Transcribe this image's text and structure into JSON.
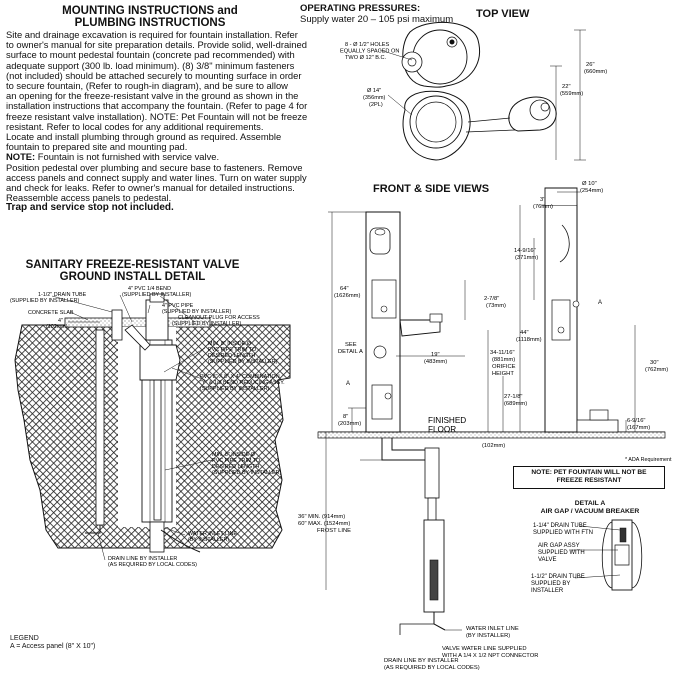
{
  "mounting": {
    "title1": "MOUNTING INSTRUCTIONS and",
    "title2": "PLUMBING INSTRUCTIONS",
    "lines": [
      "Site and drainage excavation is required for fountain installation. Refer",
      "to owner's manual for site preparation details. Provide solid, well-drained",
      "surface to mount pedestal fountain (concrete pad recommended) with",
      "adequate support (300 lb. load minimum). (8) 3/8\" minimum fasteners",
      "(not included) should be attached securely to mounting surface in order",
      "to secure fountain, (Refer to rough-in diagram), and be sure to allow",
      "an opening for the freeze-resistant valve in the ground as shown in the",
      "installation instructions that accompany the fountain. (Refer to page 4 for",
      "freeze resistant valve installation). NOTE: Pet Fountain will not be freeze",
      "resistant. Refer to local codes for any additional requirements.",
      "Locate and install plumbing through ground as required. Assemble",
      "fountain to prepared site and mounting pad."
    ],
    "note_label": "NOTE:",
    "note_text": " Fountain is not furnished with service valve.",
    "lines2": [
      "Position pedestal over plumbing and secure base to fasteners. Remove",
      "access panels and connect supply and water lines. Turn on water supply",
      "and check for leaks. Refer to owner's manual for detailed instructions.",
      "Reassemble access panels to pedestal."
    ],
    "bold_line": "Trap and service stop not included."
  },
  "operating": {
    "title": "OPERATING PRESSURES:",
    "text": "Supply water 20 – 105 psi maximum"
  },
  "top_view": {
    "title": "TOP VIEW",
    "holes_label": [
      "8 - Ø 1/2\" HOLES",
      "EQUALLY SPACED ON",
      "TWO Ø 12\" B.C."
    ],
    "dia_label": [
      "Ø 14\"",
      "(356mm)",
      "(2PL)"
    ],
    "dim_26": [
      "26\"",
      "(660mm)"
    ],
    "dim_22": [
      "22\"",
      "(559mm)"
    ]
  },
  "front_side": {
    "title": "FRONT & SIDE VIEWS",
    "dim_10": [
      "Ø 10\"",
      "(254mm)"
    ],
    "dim_3": [
      "3\"",
      "(76mm)"
    ],
    "dim_14": [
      "14-9/16\"",
      "(371mm)"
    ],
    "dim_64": [
      "64\"",
      "(1626mm)"
    ],
    "dim_278": [
      "2-7/8\"",
      "(73mm)"
    ],
    "dim_44": [
      "44\"",
      "(1118mm)"
    ],
    "see_detail": [
      "SEE",
      "DETAIL A"
    ],
    "dim_19": [
      "19\"",
      "(483mm)"
    ],
    "dim_34": [
      "34-11/16\"",
      "(881mm)",
      "ORIFICE",
      "HEIGHT"
    ],
    "dim_30": [
      "30\"",
      "(762mm)"
    ],
    "dim_27": [
      "27-1/8\"",
      "(689mm)"
    ],
    "dim_6": [
      "6-9/16\"",
      "(167mm)"
    ],
    "dim_8": [
      "8\"",
      "(203mm)"
    ],
    "dim_4": "(102mm)",
    "finished_floor": [
      "FINISHED",
      "FLOOR"
    ],
    "label_a": "A",
    "ada": "* ADA Requirement",
    "frost": [
      "36\" MIN. (914mm)",
      "60\" MAX. (1524mm)",
      "FROST LINE"
    ],
    "water_inlet": [
      "WATER INLET LINE",
      "(BY INSTALLER)"
    ],
    "valve_supply": [
      "VALVE WATER LINE SUPPLIED",
      "WITH A 1/4 X 1/2 NPT CONNECTOR"
    ],
    "drain_line": [
      "DRAIN LINE BY INSTALLER",
      "(AS REQUIRED BY LOCAL CODES)"
    ]
  },
  "pet_note": [
    "NOTE: PET FOUNTAIN WILL NOT BE",
    "FREEZE RESISTANT"
  ],
  "detail_a": {
    "title": [
      "DETAIL A",
      "AIR GAP / VACUUM BREAKER"
    ],
    "l1": [
      "1-1/4\" DRAIN TUBE",
      "SUPPLIED WITH FTN"
    ],
    "l2": [
      "AIR GAP ASSY",
      "SUPPLIED WITH",
      "VALVE"
    ],
    "l3": [
      "1-1/2\" DRAIN TUBE",
      "SUPPLIED BY",
      "INSTALLER"
    ]
  },
  "sanitary": {
    "title1": "SANITARY FREEZE-RESISTANT VALVE",
    "title2": "GROUND INSTALL DETAIL",
    "drain_tube": [
      "1-1/2\" DRAIN TUBE",
      "(SUPPLIED BY INSTALLER)"
    ],
    "pvc_bend": [
      "4\" PVC 1/4 BEND",
      "(SUPPLIED BY INSTALLER)"
    ],
    "pvc_pipe": [
      "4\" PVC PIPE",
      "(SUPPLIED BY INSTALLER)"
    ],
    "concrete": "CONCRETE SLAB",
    "cleanout": [
      "CLEANOUT PLUG FOR ACCESS",
      "(SUPPLIED BY INSTALLER)"
    ],
    "dim_4": [
      "4\"",
      "(102mm)"
    ],
    "min8_a": [
      "MIN. 8\" INSIDE Ø",
      "PVC PIPE TRIM TO",
      "DESIRED LENGTH",
      "(SUPPLIED BY INSTALLER)"
    ],
    "reducing": [
      "PVC 8\" X 8\" X 4\" COMBINATION",
      "\"Y\" & 1/8 BEND REDUCING ASSY.",
      "(SUPPLIED BY INSTALLER)"
    ],
    "min8_b": [
      "MIN. 8\" INSIDE Ø",
      "PVC PIPE TRIM TO",
      "DESIRED LENGTH",
      "(SUPPLIED BY INSTALLER)"
    ],
    "water_inlet": [
      "WATER INLET LINE",
      "(BY INSTALLER)"
    ],
    "drain_line": [
      "DRAIN LINE BY INSTALLER",
      "(AS REQUIRED BY LOCAL CODES)"
    ]
  },
  "legend": {
    "title": "LEGEND",
    "text": "A = Access panel (8\" X 10\")"
  }
}
